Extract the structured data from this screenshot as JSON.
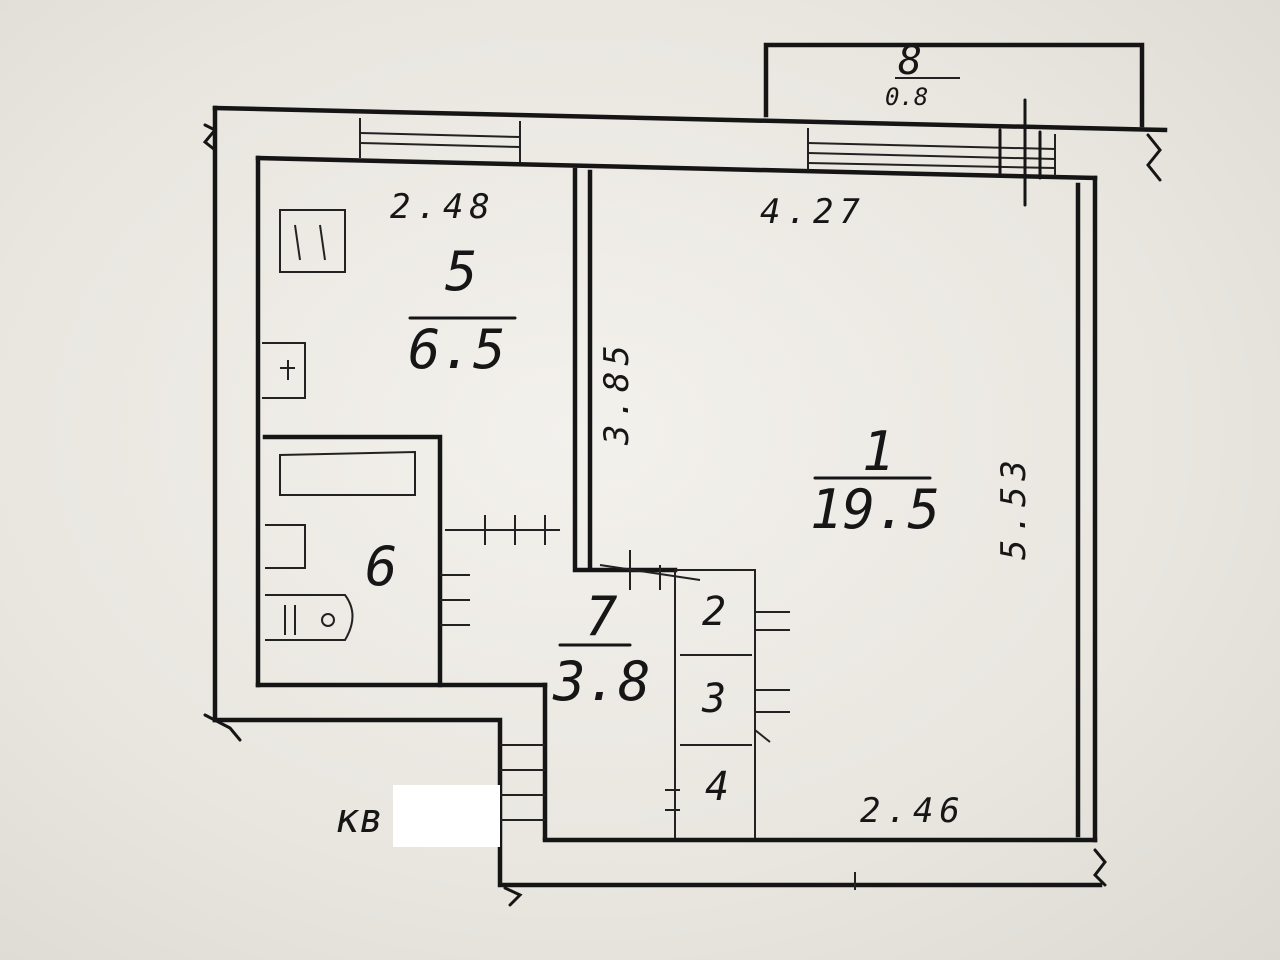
{
  "apartment": {
    "label": "кв"
  },
  "rooms": {
    "main": {
      "number": "1",
      "area": "19.5"
    },
    "kitchen": {
      "number": "5",
      "area": "6.5"
    },
    "bath": {
      "number": "6"
    },
    "hall": {
      "number": "7",
      "area": "3.8"
    },
    "closet_a": {
      "number": "2"
    },
    "closet_b": {
      "number": "3"
    },
    "closet_c": {
      "number": "4"
    },
    "balcony": {
      "number": "8",
      "area": "0.8"
    }
  },
  "dimensions": {
    "kitchen_width": "2.48",
    "room_width": "4.27",
    "room_bottom": "2.46",
    "inner_wall": "3.85",
    "room_length": "5.53"
  }
}
